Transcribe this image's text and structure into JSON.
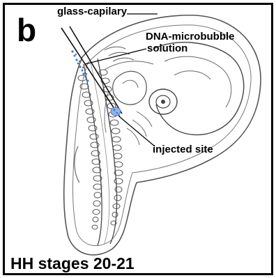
{
  "figure": {
    "panel_letter": "b",
    "labels": {
      "capillary": "glass-capilary",
      "solution_line1": "DNA-microbubble",
      "solution_line2": "solution",
      "site": "injected site"
    },
    "stage": "HH stages 20-21"
  },
  "colors": {
    "frame": "#000000",
    "outline": "#555555",
    "microbubbles": "#3f78d0",
    "injected_site": "#8fb4e8"
  },
  "icons": {
    "embryo": "chick-embryo-drawing",
    "capillary": "glass-capillary-needle"
  }
}
